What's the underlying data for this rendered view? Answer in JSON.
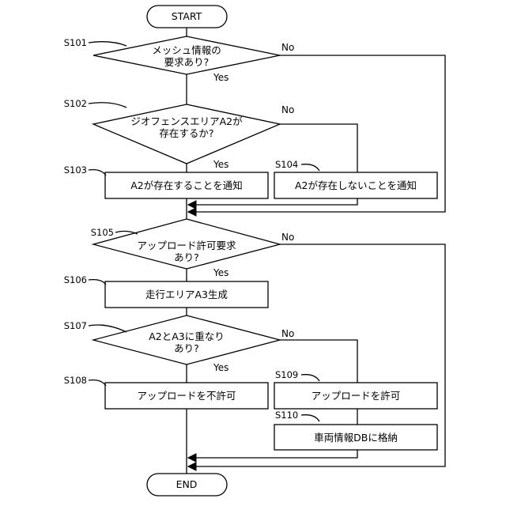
{
  "flowchart": {
    "terminals": {
      "start": "START",
      "end": "END"
    },
    "decisions": {
      "s101": {
        "ref": "S101",
        "line1": "メッシュ情報の",
        "line2": "要求あり?",
        "yes": "Yes",
        "no": "No"
      },
      "s102": {
        "ref": "S102",
        "line1": "ジオフェンスエリアA2が",
        "line2": "存在するか?",
        "yes": "Yes",
        "no": "No"
      },
      "s105": {
        "ref": "S105",
        "line1": "アップロード許可要求",
        "line2": "あり?",
        "yes": "Yes",
        "no": "No"
      },
      "s107": {
        "ref": "S107",
        "line1": "A2とA3に重なり",
        "line2": "あり?",
        "yes": "Yes",
        "no": "No"
      }
    },
    "processes": {
      "s103": {
        "ref": "S103",
        "text": "A2が存在することを通知"
      },
      "s104": {
        "ref": "S104",
        "text": "A2が存在しないことを通知"
      },
      "s106": {
        "ref": "S106",
        "text": "走行エリアA3生成"
      },
      "s108": {
        "ref": "S108",
        "text": "アップロードを不許可"
      },
      "s109": {
        "ref": "S109",
        "text": "アップロードを許可"
      },
      "s110": {
        "ref": "S110",
        "text": "車両情報DBに格納"
      }
    }
  }
}
